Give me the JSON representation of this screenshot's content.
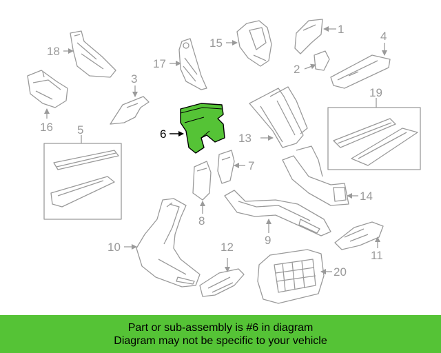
{
  "callouts": {
    "p1": "1",
    "p2": "2",
    "p3": "3",
    "p4": "4",
    "p5": "5",
    "p6": "6",
    "p7": "7",
    "p8": "8",
    "p9": "9",
    "p10": "10",
    "p11": "11",
    "p12": "12",
    "p13": "13",
    "p14": "14",
    "p15": "15",
    "p16": "16",
    "p17": "17",
    "p18": "18",
    "p19": "19",
    "p20": "20"
  },
  "highlighted_part": "6",
  "colors": {
    "highlight": "#55c336",
    "outline": "#9a9a9a",
    "banner": "#55c336"
  },
  "banner": {
    "line1": "Part or sub-assembly is #6 in diagram",
    "line2": "Diagram may not be specific to your vehicle"
  }
}
